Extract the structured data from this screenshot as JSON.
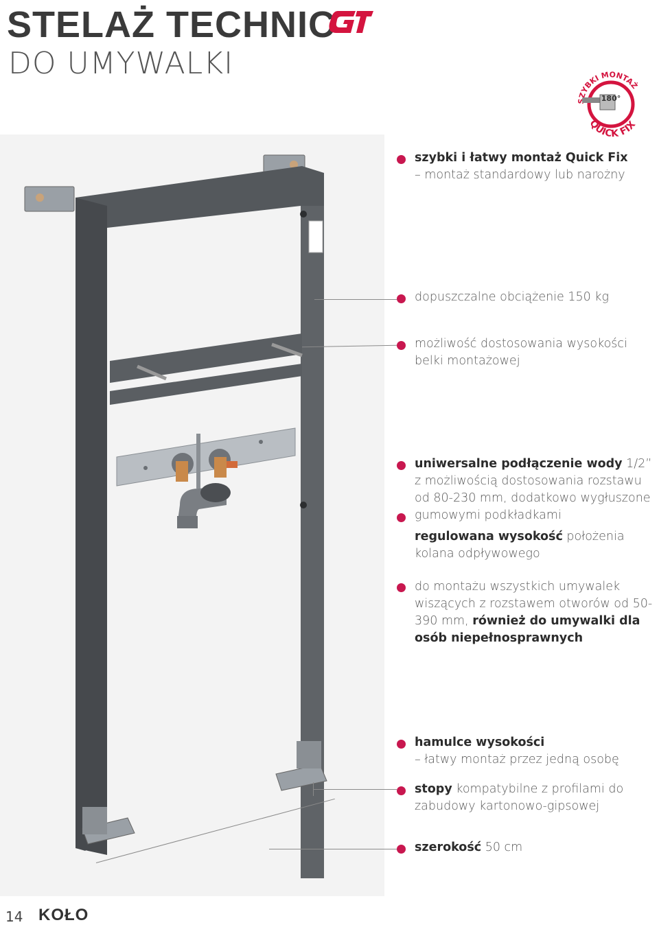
{
  "header": {
    "title_line1": "STELAŻ TECHNIC",
    "gt_logo": "GT",
    "title_line2": "DO UMYWALKI"
  },
  "badge": {
    "top_text": "SZYBKI MONTAŻ",
    "angle": "180°",
    "bottom_text": "QUICK FIX"
  },
  "features": [
    {
      "bold": "szybki i łatwy montaż Quick Fix",
      "text": "– montaż standardowy lub narożny"
    },
    {
      "bold": "",
      "text": "dopuszczalne obciążenie 150 kg"
    },
    {
      "bold": "",
      "text": "możliwość dostosowania wysokości belki montażowej"
    },
    {
      "bold": "uniwersalne podłączenie wody",
      "text": "1/2” z możliwością dostosowania rozstawu od 80-230 mm, dodatkowo wygłuszone gumowymi podkładkami"
    },
    {
      "bold": "regulowana wysokość",
      "text": "położenia kolana odpływowego"
    },
    {
      "bold": "",
      "text": "do montażu wszystkich umywalek wiszących z rozstawem otworów od 50-390 mm,",
      "bold_tail": "również do umywalki dla osób niepełnosprawnych"
    },
    {
      "bold": "hamulce wysokości",
      "text": "– łatwy montaż przez jedną osobę"
    },
    {
      "bold": "stopy",
      "text": "kompatybilne z profilami do zabudowy kartonowo-gipsowej"
    },
    {
      "bold": "szerokość",
      "text": "50 cm"
    }
  ],
  "footer": {
    "page_number": "14",
    "brand": "KOŁO"
  },
  "colors": {
    "accent": "#c8174f",
    "frame": "#55585c",
    "text": "#5a5a5a"
  }
}
